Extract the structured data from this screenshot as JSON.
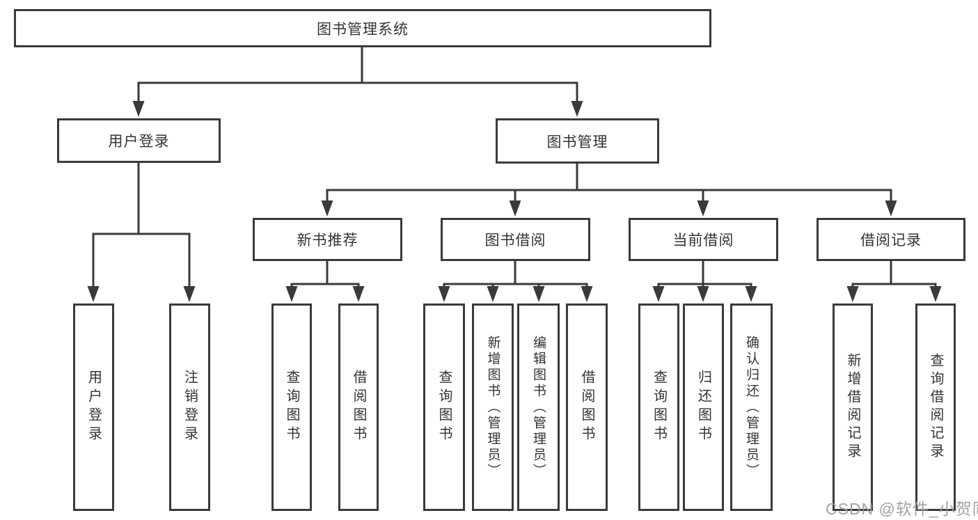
{
  "diagram_title": "图书管理系统",
  "watermark": "CSDN @软件_小贺同学",
  "colors": {
    "line": "#3a3a3a",
    "box_border": "#3a3a3a",
    "text": "#333333",
    "watermark": "#9e9c9e",
    "background": "#ffffff"
  },
  "tree": {
    "root": {
      "label": "图书管理系统",
      "children": [
        {
          "label": "用户登录",
          "children": [
            {
              "label": "用户登录"
            },
            {
              "label": "注销登录"
            }
          ]
        },
        {
          "label": "图书管理",
          "children": [
            {
              "label": "新书推荐",
              "children": [
                {
                  "label": "查询图书"
                },
                {
                  "label": "借阅图书"
                }
              ]
            },
            {
              "label": "图书借阅",
              "children": [
                {
                  "label": "查询图书"
                },
                {
                  "label": "新增图书（管理员）"
                },
                {
                  "label": "编辑图书（管理员）"
                },
                {
                  "label": "借阅图书"
                }
              ]
            },
            {
              "label": "当前借阅",
              "children": [
                {
                  "label": "查询图书"
                },
                {
                  "label": "归还图书"
                },
                {
                  "label": "确认归还（管理员）"
                }
              ]
            },
            {
              "label": "借阅记录",
              "children": [
                {
                  "label": "新增借阅记录"
                },
                {
                  "label": "查询借阅记录"
                }
              ]
            }
          ]
        }
      ]
    }
  }
}
